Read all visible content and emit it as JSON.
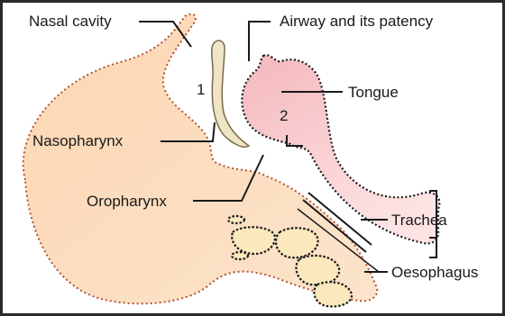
{
  "diagram": {
    "labels": {
      "nasal_cavity": "Nasal cavity",
      "airway": "Airway and its patency",
      "tongue": "Tongue",
      "nasopharynx": "Nasopharynx",
      "oropharynx": "Oropharynx",
      "trachea": "Trachea",
      "oesophagus": "Oesophagus"
    },
    "markers": {
      "one": "1",
      "two": "2"
    },
    "colors": {
      "head": "#fbd9b6",
      "head_outline": "#b2532f",
      "tongue": "#f5c1c4",
      "tongue_to_light": "#fde6e6",
      "palate": "#efe4c6",
      "vertebra": "#fbe8bd",
      "frame": "#2a2a2a"
    }
  }
}
